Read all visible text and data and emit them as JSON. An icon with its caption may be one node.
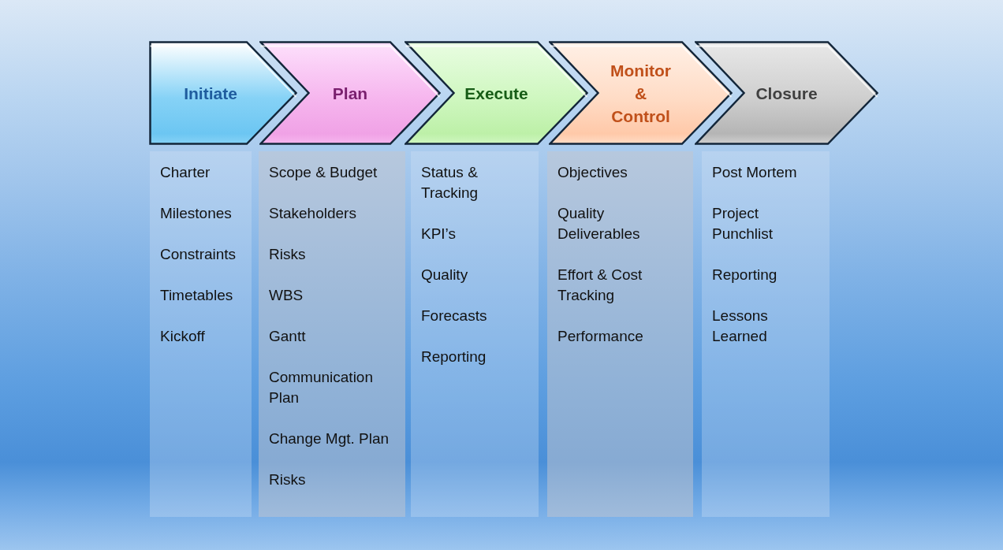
{
  "diagram": {
    "nodes": [
      {
        "text": [
          "Initiate"
        ]
      },
      {
        "text": [
          "Plan"
        ]
      },
      {
        "text": [
          "Execute"
        ]
      },
      {
        "text": [
          "Monitor & Control"
        ]
      },
      {
        "text": [
          "Closure"
        ]
      },
      {
        "text": [
          "Charter",
          "Milestones",
          "Constraints",
          "Timetables",
          "Kickoff"
        ]
      },
      {
        "text": [
          "Scope & Budget",
          "Stakeholders",
          "Risks",
          "WBS",
          "Gantt",
          "Communication Plan",
          "Change Mgt. Plan",
          "Risks"
        ]
      },
      {
        "text": [
          "Status & Tracking",
          "KPI’s",
          "Quality",
          "Forecasts",
          "Reporting"
        ]
      },
      {
        "text": [
          "Objectives",
          "Quality Deliverables",
          "Effort & Cost Tracking",
          "Performance"
        ]
      },
      {
        "text": [
          "Post Mortem",
          "Project Punchlist",
          "Reporting",
          "Lessons Learned"
        ]
      }
    ]
  }
}
